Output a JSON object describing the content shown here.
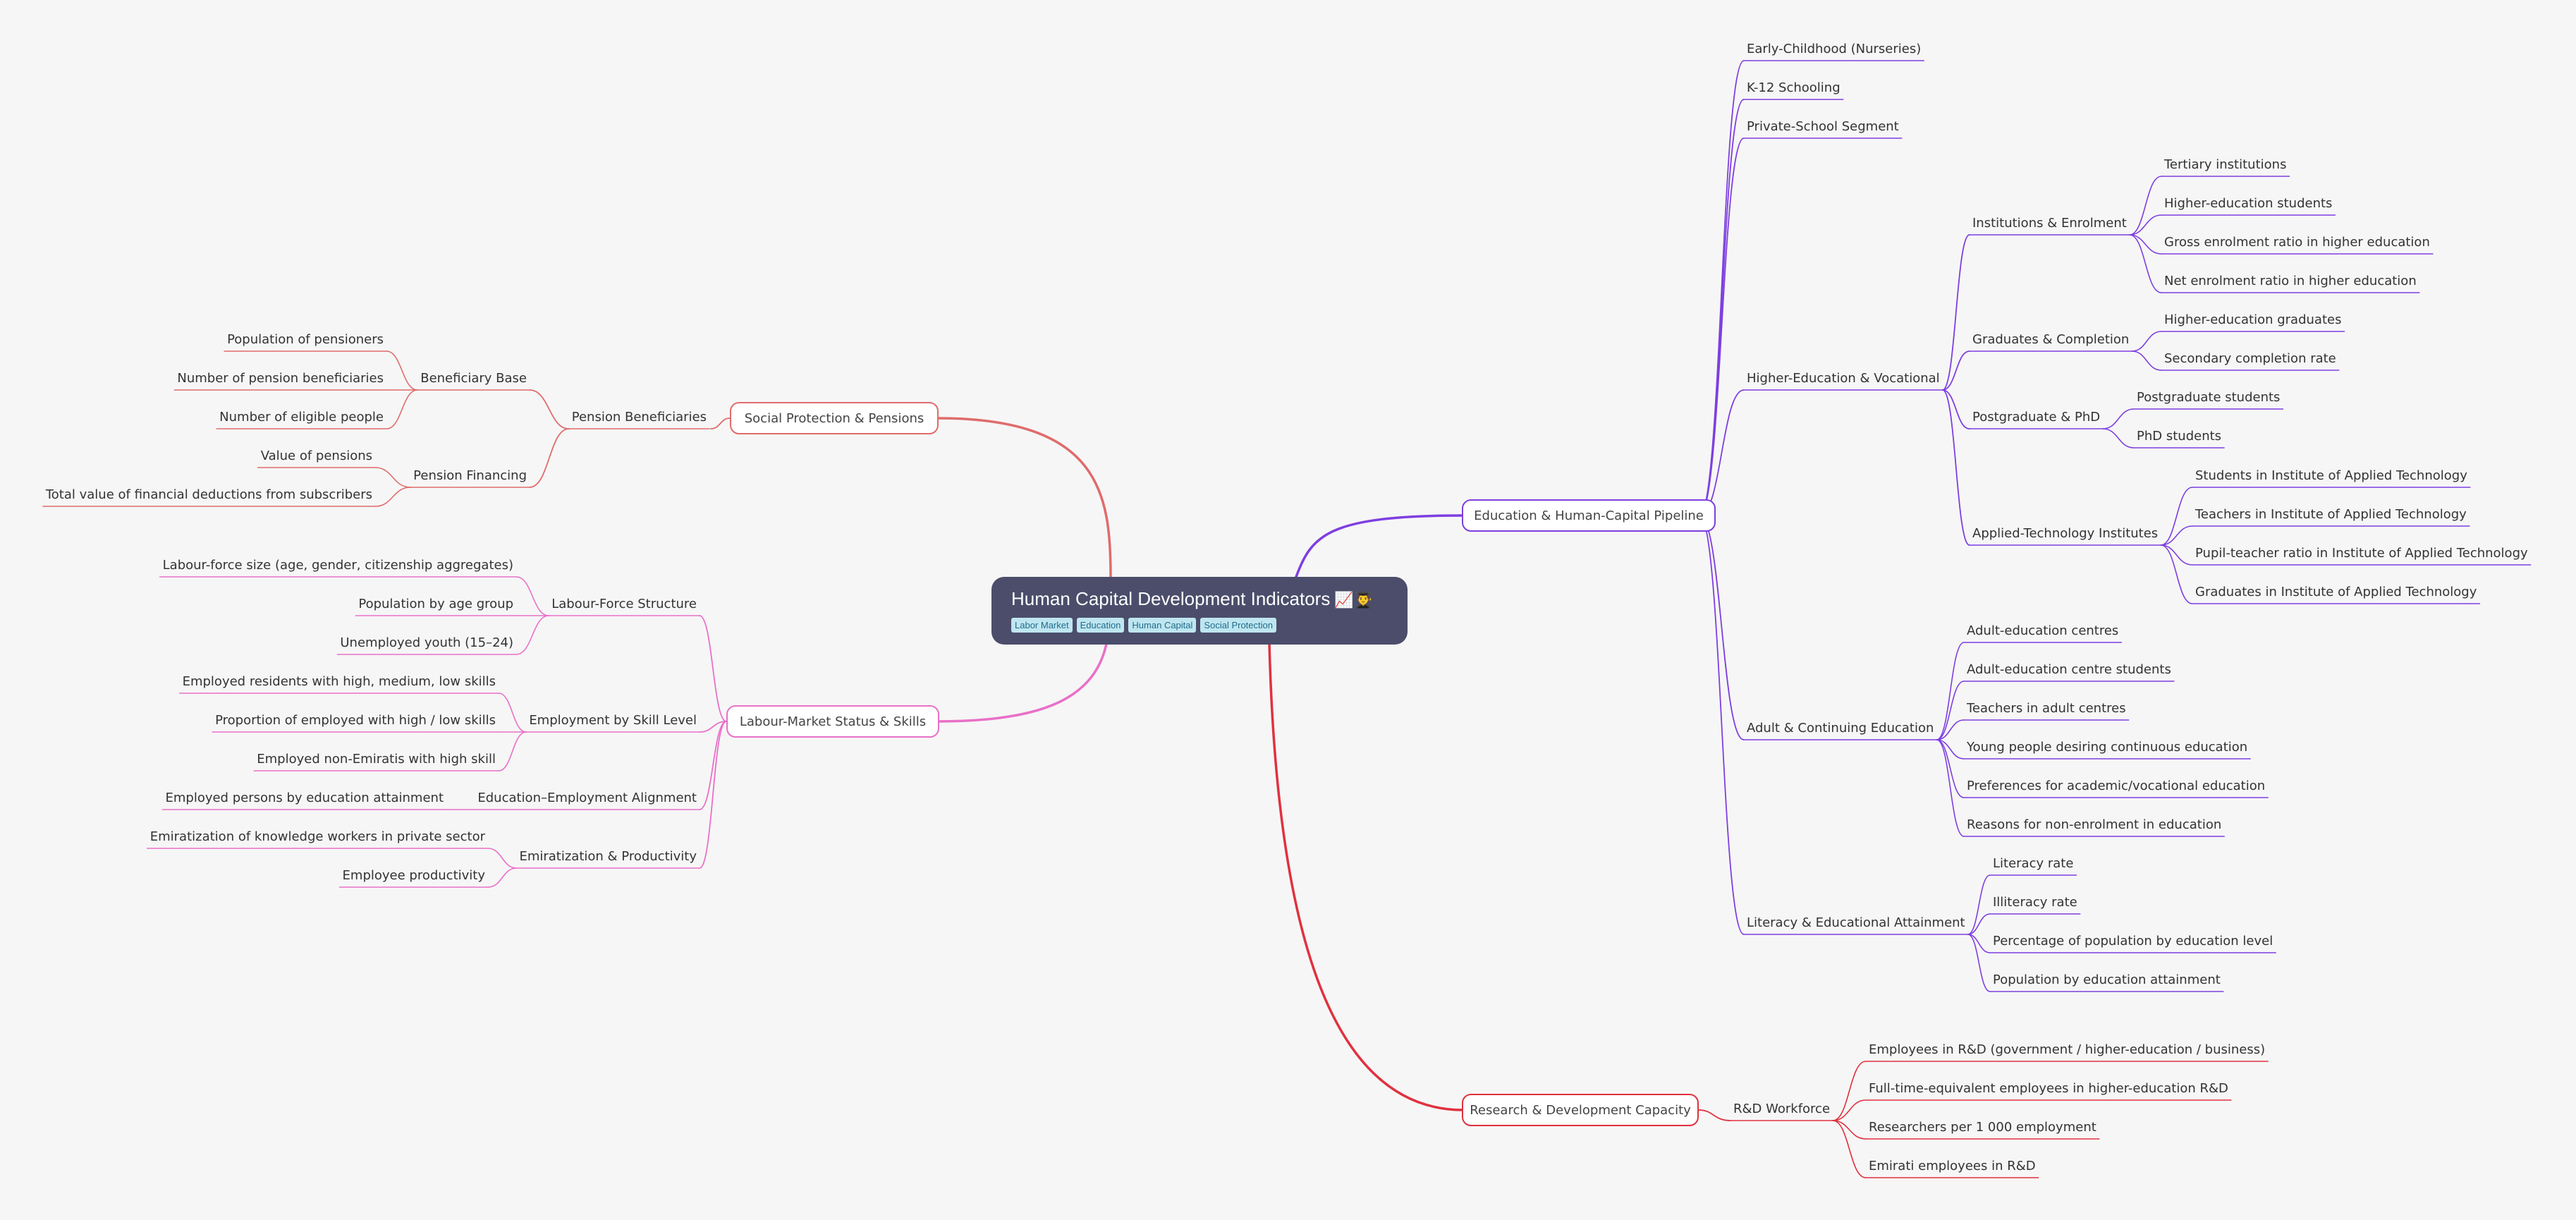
{
  "colors": {
    "background": "#f6f6f6",
    "central": "#4b4d6b",
    "education": "#7e3fe0",
    "social": "#e06b6b",
    "labour": "#e970c8",
    "research": "#e0313f"
  },
  "central": {
    "title": "Human Capital Development Indicators",
    "emoji": "📈👨‍🎓",
    "tags": [
      "Labor Market",
      "Education",
      "Human Capital",
      "Social Protection"
    ]
  },
  "branches": {
    "education": {
      "label": "Education & Human-Capital Pipeline",
      "children": [
        {
          "label": "Early-Childhood (Nurseries)",
          "children": []
        },
        {
          "label": "K-12 Schooling",
          "children": []
        },
        {
          "label": "Private-School Segment",
          "children": []
        },
        {
          "label": "Higher-Education & Vocational",
          "children": [
            {
              "label": "Institutions & Enrolment",
              "children": [
                "Tertiary institutions",
                "Higher-education students",
                "Gross enrolment ratio in higher education",
                "Net enrolment ratio in higher education"
              ]
            },
            {
              "label": "Graduates & Completion",
              "children": [
                "Higher-education graduates",
                "Secondary completion rate"
              ]
            },
            {
              "label": "Postgraduate & PhD",
              "children": [
                "Postgraduate students",
                "PhD students"
              ]
            },
            {
              "label": "Applied-Technology Institutes",
              "children": [
                "Students in Institute of Applied Technology",
                "Teachers in Institute of Applied Technology",
                "Pupil-teacher ratio in Institute of Applied Technology",
                "Graduates in Institute of Applied Technology"
              ]
            }
          ]
        },
        {
          "label": "Adult & Continuing Education",
          "children": [
            "Adult-education centres",
            "Adult-education centre students",
            "Teachers in adult centres",
            "Young people desiring continuous education",
            "Preferences for academic/vocational education",
            "Reasons for non-enrolment in education"
          ]
        },
        {
          "label": "Literacy & Educational Attainment",
          "children": [
            "Literacy rate",
            "Illiteracy rate",
            "Percentage of population by education level",
            "Population by education attainment"
          ]
        }
      ]
    },
    "social": {
      "label": "Social Protection & Pensions",
      "children": [
        {
          "label": "Pension Beneficiaries",
          "children": [
            {
              "label": "Beneficiary Base",
              "children": [
                "Population of pensioners",
                "Number of pension beneficiaries",
                "Number of eligible people"
              ]
            },
            {
              "label": "Pension Financing",
              "children": [
                "Value of pensions",
                "Total value of financial deductions from subscribers"
              ]
            }
          ]
        }
      ]
    },
    "labour": {
      "label": "Labour-Market Status & Skills",
      "children": [
        {
          "label": "Labour-Force Structure",
          "children": [
            "Labour-force size (age, gender, citizenship aggregates)",
            "Population by age group",
            "Unemployed youth (15–24)"
          ]
        },
        {
          "label": "Employment by Skill Level",
          "children": [
            "Employed residents with high, medium, low skills",
            "Proportion of employed with high / low skills",
            "Employed non-Emiratis with high skill"
          ]
        },
        {
          "label": "Education–Employment Alignment",
          "children": [
            "Employed persons by education attainment"
          ]
        },
        {
          "label": "Emiratization & Productivity",
          "children": [
            "Emiratization of knowledge workers in private sector",
            "Employee productivity"
          ]
        }
      ]
    },
    "research": {
      "label": "Research & Development Capacity",
      "children": [
        {
          "label": "R&D Workforce",
          "children": [
            "Employees in R&D (government / higher-education / business)",
            "Full-time-equivalent employees in higher-education R&D",
            "Researchers per 1 000 employment",
            "Emirati employees in R&D"
          ]
        }
      ]
    }
  }
}
